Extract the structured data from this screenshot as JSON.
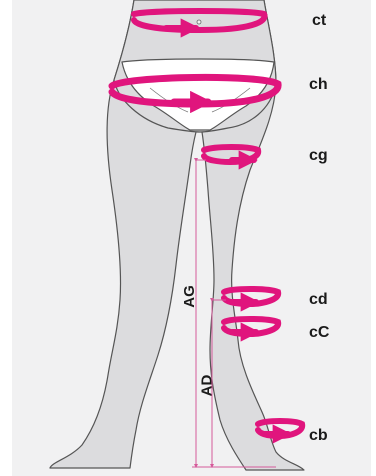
{
  "labels": {
    "ct": "ct",
    "ch": "ch",
    "cg": "cg",
    "cd": "cd",
    "cc": "cC",
    "cb": "cb"
  },
  "lengths": {
    "ag": "AG",
    "ad": "AD"
  },
  "colors": {
    "background": "#f1f1f2",
    "body_fill": "#dcdcde",
    "outline": "#555555",
    "band": "#e0157d",
    "guide": "#d55a9a"
  }
}
